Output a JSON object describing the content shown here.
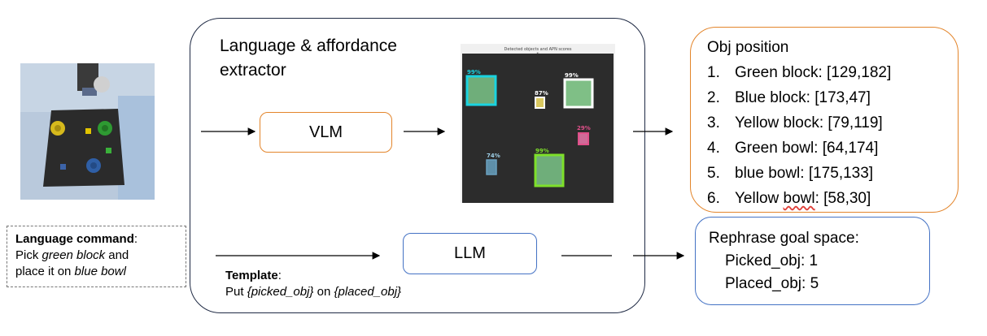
{
  "command": {
    "heading": "Language command",
    "line1_prefix": "Pick ",
    "line1_obj": "green block",
    "line1_suffix": "  and",
    "line2_prefix": "place it on ",
    "line2_obj": "blue bowl"
  },
  "extractor": {
    "title": "Language & affordance extractor"
  },
  "vlm": {
    "label": "VLM"
  },
  "llm": {
    "label": "LLM"
  },
  "template": {
    "heading": "Template",
    "prefix": "Put ",
    "picked": "{picked_obj}",
    "middle": " on ",
    "placed": "{placed_obj}"
  },
  "detection": {
    "title": "Detected objects and APN scores",
    "subtitle": "N",
    "boxes": [
      {
        "score": "99%",
        "color": "#1ad3e0"
      },
      {
        "score": "87%",
        "color": "#ffffff"
      },
      {
        "score": "99%",
        "color": "#ffffff"
      },
      {
        "score": "29%",
        "color": "#e0508a"
      },
      {
        "score": "74%",
        "color": "#6aa0c0"
      },
      {
        "score": "99%",
        "color": "#7ee02a"
      }
    ]
  },
  "obj_position": {
    "title": "Obj position",
    "items": [
      {
        "num": "1.",
        "text": "Green block: [129,182]"
      },
      {
        "num": "2.",
        "text": "Blue block: [173,47]"
      },
      {
        "num": "3.",
        "text": "Yellow block: [79,119]"
      },
      {
        "num": "4.",
        "text": "Green bowl: [64,174]"
      },
      {
        "num": "5.",
        "text": "blue bowl: [175,133]"
      },
      {
        "num": "6.",
        "text_a": "Yellow ",
        "text_b": "bowl",
        "text_c": ": [58,30]"
      }
    ]
  },
  "goal": {
    "title": "Rephrase goal space:",
    "picked": "Picked_obj: 1",
    "placed": "Placed_obj: 5"
  }
}
